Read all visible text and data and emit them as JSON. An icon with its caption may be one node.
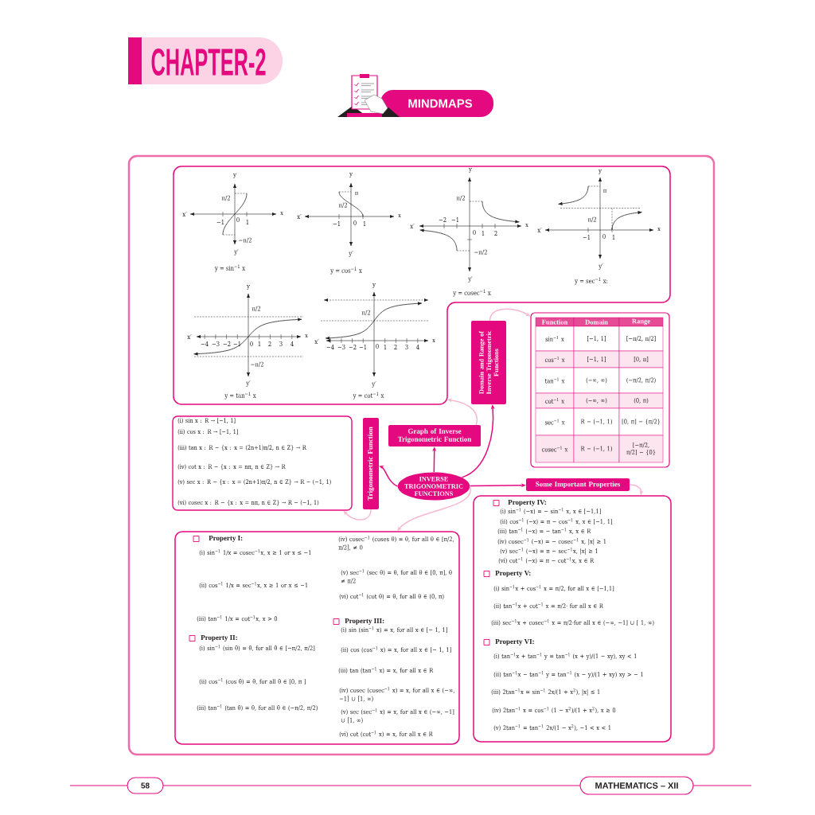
{
  "diagram": {
    "title": "CHAPTER-2",
    "nodes": [
      {
        "text": [
          "INVERSE TRIGONOMETRIC FUNCTIONS"
        ]
      },
      {
        "text": [
          "Trigonometric Function"
        ]
      },
      {
        "text": [
          "Graph of Inverse Trigonometric Function"
        ]
      },
      {
        "text": [
          "Domain and Range of Inverse Trigonometric Functions"
        ]
      },
      {
        "text": [
          "Some Important Properties"
        ]
      },
      {
        "text": [
          "(i) sin x : R → [−1, 1]",
          "(ii) cos x : R → [−1, 1]",
          "(iii) tan x : R − {x : x = (2n+1)π/2, n ∈ Z} → R",
          "(iv) cot x : R − {x : x = nπ, n ∈ Z} → R",
          "(v) sec x : R − {x : x = (2n+1)π/2, n ∈ Z} → R − (−1, 1)",
          "(vi) cosec x : R − {x : x = nπ, n ∈ Z} → R − (−1, 1)"
        ]
      },
      {
        "text": [],
        "shape": "box"
      },
      {
        "text": [
          "y",
          "π/2",
          "x′",
          "x",
          "−1",
          "0",
          "1",
          "−π/2",
          "y′"
        ],
        "beside": [
          "y = sin$^{−1}$ x"
        ],
        "in": 6
      },
      {
        "text": [
          "y",
          "π",
          "π/2",
          "x′",
          "x",
          "−1",
          "0",
          "1",
          "y′"
        ],
        "beside": [
          "y = cos$^{−1}$ x"
        ],
        "in": 6
      },
      {
        "text": [
          "y",
          "π/2",
          "x′",
          "x",
          "−2",
          "−1",
          "0",
          "1",
          "2",
          "−π/2",
          "y′"
        ],
        "beside": [
          "y = cosec$^{−1}$ x"
        ],
        "in": 6
      },
      {
        "text": [
          "y",
          "π",
          "π/2",
          "x′",
          "x",
          "−1",
          "0",
          "1",
          "y′"
        ],
        "beside": [
          "y = sec$^{−1}$ x:"
        ],
        "in": 6
      },
      {
        "text": [
          "y",
          "π/2",
          "x′",
          "x",
          "−4",
          "−3",
          "−2",
          "−1",
          "0",
          "1",
          "2",
          "3",
          "4",
          "−π/2",
          "y′"
        ],
        "beside": [
          "y = tan$^{−1}$ x"
        ],
        "in": 6
      },
      {
        "text": [
          "y",
          "π/2",
          "x′",
          "x",
          "−4",
          "−3",
          "−2",
          "−1",
          "0",
          "1",
          "2",
          "3",
          "4",
          "y′"
        ],
        "beside": [
          "y = cot$^{−1}$ x"
        ],
        "in": 6
      },
      {
        "text": [
          "Function",
          "Domain",
          "Range",
          "sin$^{−1}$ x",
          "[−1, 1]",
          "[−π/2, π/2]",
          "cos$^{−1}$ x",
          "[−1, 1]",
          "[0, π]",
          "tan$^{−1}$ x",
          "(−∞, ∞)",
          "(−π/2, π/2)",
          "cot$^{−1}$ x",
          "(−∞, ∞)",
          "(0, π)",
          "sec$^{−1}$ x",
          "R − (−1, 1)",
          "[0, π] − {π/2}",
          "cosec$^{−1}$ x",
          "R − (−1, 1)",
          "[−π/2, π/2] − {0}"
        ]
      },
      {
        "text": [
          "Property I:",
          "(i) sin$^{−1}$ 1/x = cosec$^{−1}$x, x ≥ 1 or x ≤ −1",
          "(ii) cos$^{−1}$ 1/x = sec$^{−1}$x, x ≥ 1 or x ≤ −1",
          "(iii) tan$^{−1}$ 1/x = cot$^{−1}$x, x > 0",
          "Property II:",
          "(i) sin$^{−1}$ (sin θ) = θ, for all θ ∈ [−π/2, π/2]",
          "(ii) cos$^{−1}$ (cos θ) = θ, for all θ ∈ [0, π ]",
          "(iii) tan$^{−1}$ (tan θ) = θ, for all θ ∈ (−π/2, π/2)",
          "(iv) cosec$^{−1}$ (coses θ) = θ, for all θ ∈ [π/2, π/2], ≠ 0",
          "(v) sec$^{−1}$ (sec θ) = θ, for all θ ∈ [0, π], θ ≠ π/2",
          "(vi) cot$^{−1}$ (cot θ) = θ, for all θ ∈ (0, π)",
          "Property III:",
          "(i) sin (sin$^{−1}$ x) = x, for all x ∈ [− 1, 1]",
          "(ii) cos (cos$^{−1}$ x) = x, for all x ∈ [− 1, 1]",
          "(iii) tan (tan$^{−1}$ x) = x, for all x ∈ R",
          "(iv) cosec (cosec$^{−1}$ x) = x, for all x ∈ (−∞, −1] ∪ [1, ∞)",
          "(v) sec (sec$^{−1}$ x) = x, for all x ∈ (−∞, −1] ∪ [1, ∞)",
          "(vi) cot (cot$^{−1}$ x) = x, for all x ∈ R"
        ]
      },
      {
        "text": [
          "Property IV:",
          "(i) sin$^{−1}$ (−x) = − sin$^{−1}$ x, x ∈ [−1,1]",
          "(ii) cos$^{−1}$ (−x) = π − cos$^{−1}$ x, x ∈ [−1, 1]",
          "(iii) tan$^{−1}$ (−x) = − tan$^{−1}$ x, x ∈ R",
          "(iv) cosec$^{−1}$ (−x) = − cosec$^{−1}$ x, |x| ≥ 1",
          "(v) sec$^{−1}$ (−x) = π − sec$^{−1}$x, |x| ≥ 1",
          "(vi) cot$^{−1}$ (−x) = π − cot$^{−1}$x, x ∈ R",
          "Property V:",
          "(i) sin$^{−1}$x + cos$^{−1}$ x = π/2, for all x ∈ [−1,1]",
          "(ii) tan$^{−1}$x + cot$^{−1}$ x = π/2· for all x ∈ R",
          "(iii) sec$^{−1}$x + cosec$^{−1}$ x = π/2·for all x ∈ (−∞, −1] ∪ [ 1, ∞)",
          "Property VI:",
          "(i) tan$^{−1}$x + tan$^{−1}$ y = tan$^{−1}$ (x + y)/(1 − xy), xy < 1",
          "(ii) tan$^{−1}$x − tan$^{−1}$ y = tan$^{−1}$ (x − y)/(1 + xy) xy > − 1",
          "(iii) 2tan$^{−1}$x = sin$^{−1}$ 2x/(1 + x$^{2}$), |x| ≤ 1",
          "(iv) 2tan$^{−1}$ x = cos$^{−1}$ (1 − x$^{2}$)/(1 + x$^{2}$), x ≥ 0",
          "(v) 2tan$^{−1}$ = tan$^{−1}$ 2x/(1 − x$^{2}$), −1 < x < 1"
        ]
      }
    ],
    "edges": [
      {
        "from": 0,
        "to": 1,
        "arrow": "to",
        "color": "#e5097f"
      },
      {
        "from": 0,
        "to": 2,
        "arrow": "to",
        "color": "#e5097f"
      },
      {
        "from": 0,
        "to": 3,
        "arrow": "to",
        "color": "#e5097f"
      },
      {
        "from": 0,
        "to": 4,
        "arrow": "to",
        "color": "#e5097f"
      },
      {
        "from": 2,
        "to": 6,
        "arrow": "to"
      },
      {
        "from": 3,
        "to": 13,
        "arrow": "to"
      },
      {
        "from": 4,
        "to": 15,
        "arrow": "to"
      },
      {
        "from": 1,
        "to": 5,
        "arrow": "to"
      },
      {
        "from": 0,
        "to": 14,
        "arrow": "to"
      }
    ],
    "labels": [
      "MINDMAPS",
      "58",
      "MATHEMATICS – XII"
    ]
  }
}
